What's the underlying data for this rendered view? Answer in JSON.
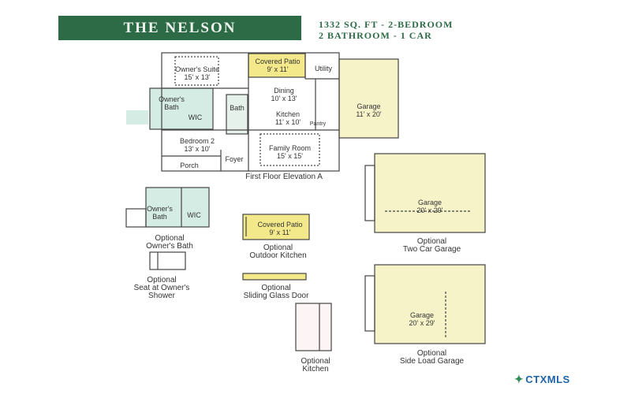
{
  "header": {
    "title": "THE NELSON",
    "spec_line1": "1332 SQ. FT - 2-BEDROOM",
    "spec_line2": "2 BATHROOM - 1 CAR"
  },
  "rooms": {
    "owners_suite": "Owner's Suite",
    "owners_suite_dim": "15' x 13'",
    "covered_patio": "Covered Patio",
    "covered_patio_dim": "9' x 11'",
    "utility": "Utility",
    "dining": "Dining",
    "dining_dim": "10' x 13'",
    "owners_bath": "Owner's Bath",
    "bath": "Bath",
    "wic": "WIC",
    "kitchen": "Kitchen",
    "kitchen_dim": "11' x 10'",
    "garage": "Garage",
    "garage_dim": "11' x 20'",
    "pantry": "Pantry",
    "bedroom2": "Bedroom 2",
    "bedroom2_dim": "13' x 10'",
    "family_room": "Family Room",
    "family_room_dim": "15' x 15'",
    "foyer": "Foyer",
    "porch": "Porch"
  },
  "captions": {
    "first_floor": "First Floor Elevation A",
    "opt_owners_bath_1": "Optional",
    "opt_owners_bath_2": "Owner's Bath",
    "opt_outdoor_kitchen_1": "Optional",
    "opt_outdoor_kitchen_2": "Outdoor Kitchen",
    "opt_two_car_1": "Optional",
    "opt_two_car_2": "Two Car Garage",
    "opt_seat_1": "Optional",
    "opt_seat_2": "Seat at Owner's",
    "opt_seat_3": "Shower",
    "opt_sliding_1": "Optional",
    "opt_sliding_2": "Sliding Glass Door",
    "opt_side_load_1": "Optional",
    "opt_side_load_2": "Side Load Garage",
    "opt_kitchen_1": "Optional",
    "opt_kitchen_2": "Kitchen"
  },
  "options": {
    "garage_two_car": "Garage",
    "garage_two_car_dim": "20' x 29'",
    "garage_side": "Garage",
    "garage_side_dim": "20' x 29'",
    "patio": "Covered Patio",
    "patio_dim": "9' x 11'",
    "bath": "Owner's Bath",
    "wic": "WIC"
  },
  "brand": {
    "name": "CTXMLS"
  },
  "colors": {
    "banner": "#2c6b45",
    "garage_fill": "#f6f3c9",
    "bath_fill": "#d5ece4",
    "patio_fill": "#f3e98a"
  }
}
